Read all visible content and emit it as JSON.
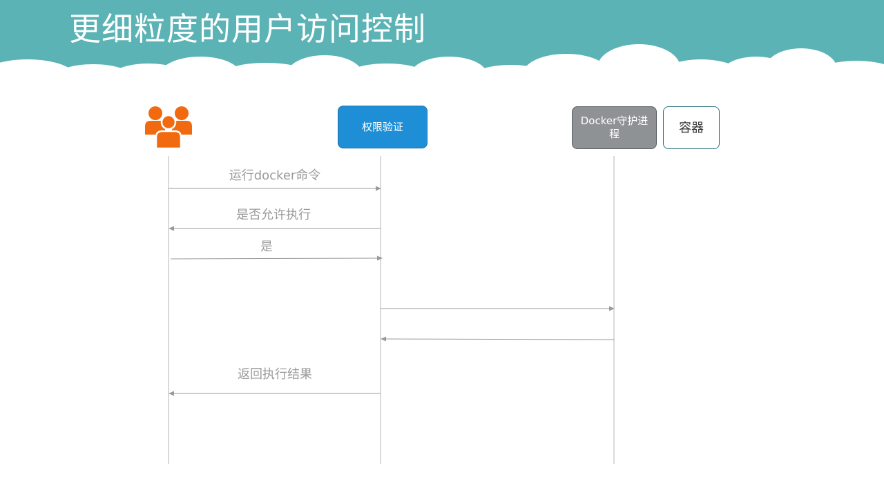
{
  "page": {
    "title": "更细粒度的用户访问控制"
  },
  "colors": {
    "header": "#5bb3b5",
    "auth_box": "#1e8fd6",
    "daemon_box": "#8f9295",
    "user_icon": "#f26a0f",
    "arrow": "#9a9a9a"
  },
  "participants": {
    "user": {
      "icon": "user-group-icon"
    },
    "auth": {
      "label": "权限验证"
    },
    "daemon": {
      "label": "Docker守护进程"
    },
    "container": {
      "label": "容器"
    }
  },
  "messages": [
    {
      "from": "user",
      "to": "auth",
      "label": "运行docker命令"
    },
    {
      "from": "auth",
      "to": "user",
      "label": "是否允许执行"
    },
    {
      "from": "user",
      "to": "auth",
      "label": "是"
    },
    {
      "from": "auth",
      "to": "daemon",
      "label": ""
    },
    {
      "from": "daemon",
      "to": "auth",
      "label": ""
    },
    {
      "from": "auth",
      "to": "user",
      "label": "返回执行结果"
    }
  ]
}
